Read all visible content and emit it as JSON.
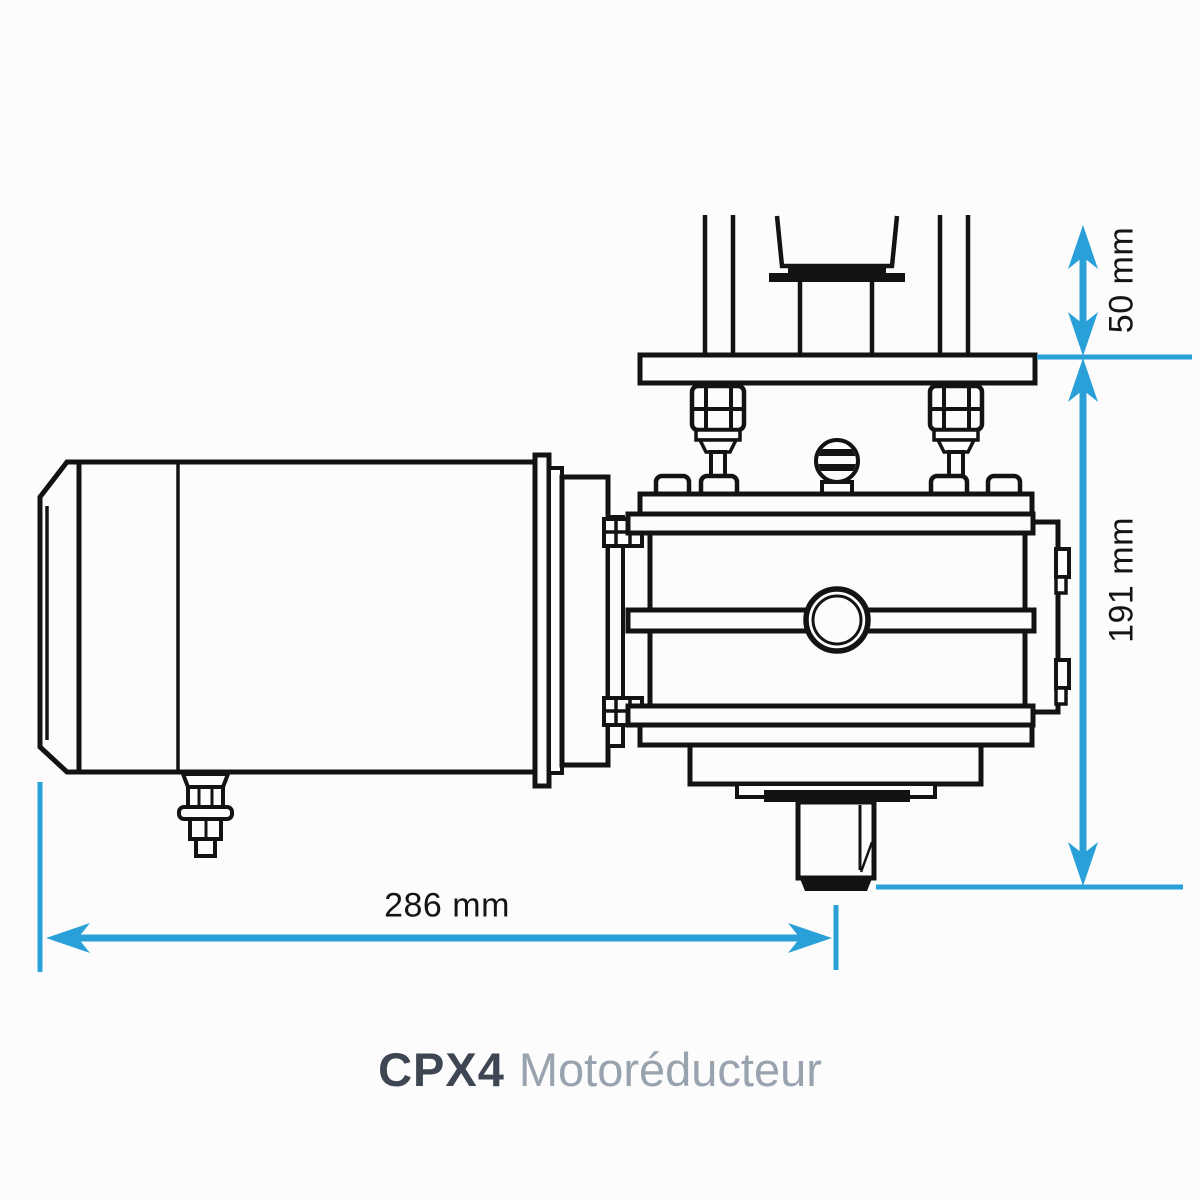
{
  "dimensions": {
    "above_deck": "50 mm",
    "below_deck": "191 mm",
    "overall_length": "286 mm"
  },
  "caption": {
    "model": "CPX4",
    "type": "Motoréducteur"
  },
  "colors": {
    "dimension_accent": "#2aa0d8",
    "drawing_line": "#131313",
    "caption_model": "#3d4652",
    "caption_type": "#98a3af",
    "background": "#fcfcfc"
  }
}
